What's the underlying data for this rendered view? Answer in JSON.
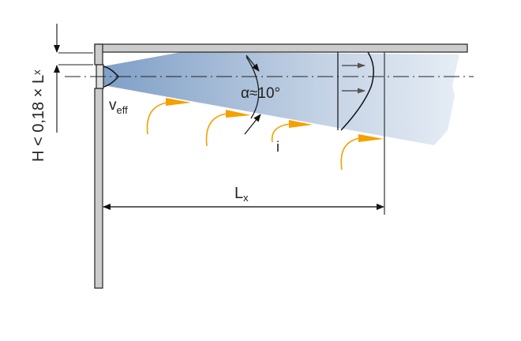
{
  "labels": {
    "height_rule": "H < 0,18 × L",
    "height_rule_sub": "x",
    "velocity": "v",
    "velocity_sub": "eff",
    "angle": "α≈10°",
    "induction": "i",
    "throw": "L",
    "throw_sub": "x"
  },
  "colors": {
    "jet": "#7f9fc6",
    "wall": "#cccccc",
    "induced": "#f5a000",
    "line": "#222222"
  }
}
